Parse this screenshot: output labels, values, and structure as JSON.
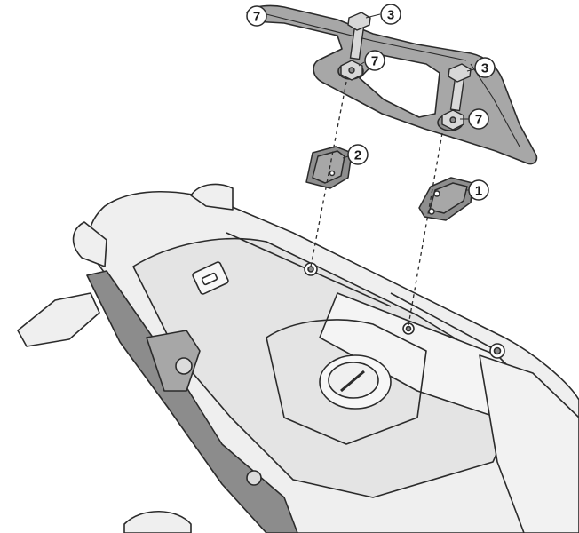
{
  "diagram": {
    "callouts": [
      {
        "id": "c7a",
        "label": "7"
      },
      {
        "id": "c3a",
        "label": "3"
      },
      {
        "id": "c7b",
        "label": "7"
      },
      {
        "id": "c3b",
        "label": "3"
      },
      {
        "id": "c7c",
        "label": "7"
      },
      {
        "id": "c2",
        "label": "2"
      },
      {
        "id": "c1",
        "label": "1"
      }
    ],
    "colors": {
      "rack_fill": "#a7a7a7",
      "bracket_fill": "#8e8e8e",
      "body_fill": "#efefef",
      "seat_fill": "#e4e4e4",
      "side_panel_fill": "#8c8c8c",
      "outline": "#2b2b2b",
      "callout_fill": "#ffffff"
    }
  }
}
